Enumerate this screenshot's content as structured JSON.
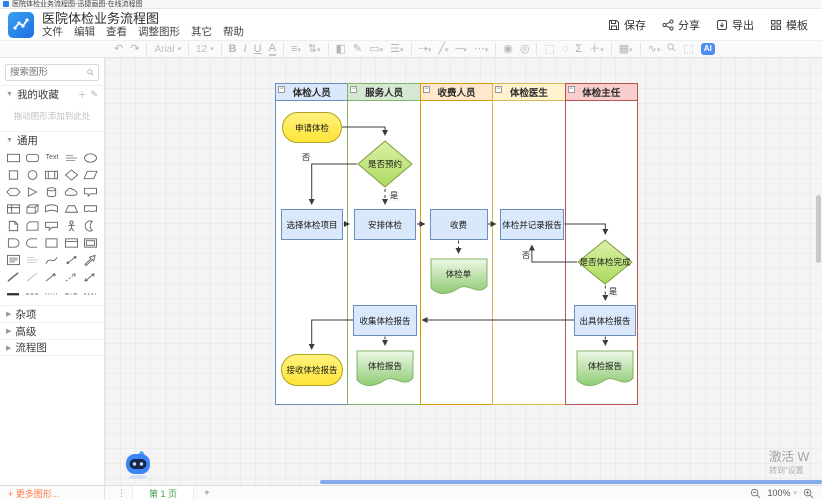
{
  "window": {
    "title": "医院体检业务流程图-迅捷画图-在线流程图"
  },
  "header": {
    "doc_title": "医院体检业务流程图",
    "menus": [
      "文件",
      "编辑",
      "查看",
      "调整图形",
      "其它",
      "帮助"
    ],
    "actions": [
      {
        "label": "保存",
        "icon": "save-icon"
      },
      {
        "label": "分享",
        "icon": "share-icon"
      },
      {
        "label": "导出",
        "icon": "export-icon"
      },
      {
        "label": "模板",
        "icon": "template-icon"
      }
    ]
  },
  "toolbar": {
    "font_family": "Arial",
    "font_size": "12",
    "ai_label": "AI"
  },
  "sidebar": {
    "search_placeholder": "搜索图形",
    "favorites_title": "我的收藏",
    "favorites_hint": "拖动图形添加到此处",
    "sections": {
      "general": "通用",
      "misc": "杂项",
      "advanced": "高级",
      "flowchart": "流程图"
    },
    "palette_text_label": "Text",
    "more_shapes": "+ 更多图形..."
  },
  "canvas": {
    "lanes": [
      {
        "label": "体检人员",
        "fill": "#dae8fc",
        "stroke": "#6c8ebf"
      },
      {
        "label": "服务人员",
        "fill": "#d5e8d4",
        "stroke": "#82b366"
      },
      {
        "label": "收费人员",
        "fill": "#ffe6cc",
        "stroke": "#d79b00"
      },
      {
        "label": "体检医生",
        "fill": "#fff2cc",
        "stroke": "#d6b656"
      },
      {
        "label": "体检主任",
        "fill": "#f8cecc",
        "stroke": "#b85450"
      }
    ],
    "nodes": {
      "apply": "申请体检",
      "appointment": "是否预约",
      "choose": "选择体检项目",
      "arrange": "安排体检",
      "charge": "收费",
      "exam_form": "体检单",
      "exam_record": "体检并记录报告",
      "complete": "是否体检完成",
      "issue": "出具体检报告",
      "collect": "收集体检报告",
      "report_service": "体检报告",
      "report_director": "体检报告",
      "receive": "接收体检报告"
    },
    "edge_labels": {
      "no1": "否",
      "yes1": "是",
      "no2": "否",
      "yes2": "是"
    }
  },
  "footer": {
    "page_tab": "第 1 页",
    "add_tab": "+",
    "zoom_value": "100%"
  },
  "watermark": {
    "line1": "激活 W",
    "line2": "转到“设置"
  },
  "colors": {
    "accent_blue": "#4c8df6",
    "node_blue_fill": "#dae8fc",
    "node_blue_stroke": "#6c8ebf",
    "terminator_yellow": "#ffe438",
    "decision_green": "#b9dd66",
    "document_green": "#8ecb72",
    "active_page_green": "#43a047",
    "more_shapes_orange": "#ff7a45"
  }
}
